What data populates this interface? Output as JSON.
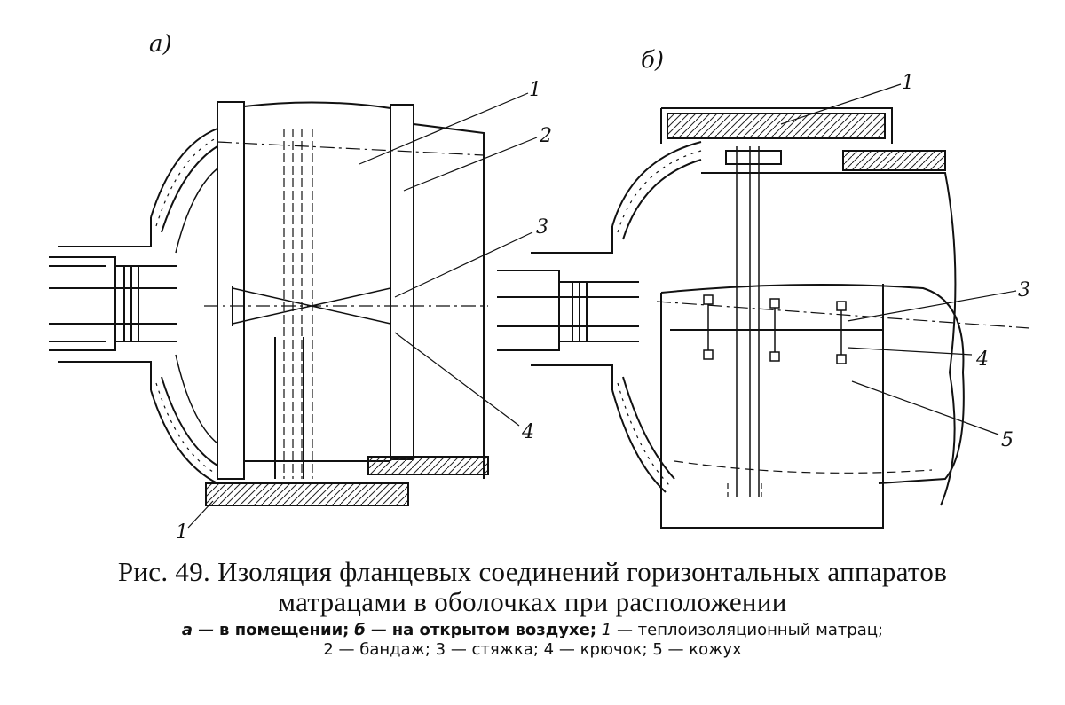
{
  "figure": {
    "part_a_label": "a)",
    "part_b_label": "б)",
    "a_numbers": {
      "n1_top": "1",
      "n2": "2",
      "n3": "3",
      "n4": "4",
      "n1_bottom": "1"
    },
    "b_numbers": {
      "n1": "1",
      "n3": "3",
      "n4": "4",
      "n5": "5"
    }
  },
  "caption": {
    "line1": "Рис. 49. Изоляция фланцевых соединений горизонтальных аппаратов",
    "line2": "матрацами в оболочках при расположении",
    "legend": {
      "a_key": "а —",
      "a_text": "в помещении;",
      "b_key": "б —",
      "b_text": "на открытом воздухе;",
      "k1": "1",
      "t1": "— теплоизоляционный матрац;",
      "k2": "2",
      "t2": "— бандаж;",
      "k3": "3",
      "t3": "— стяжка;",
      "k4": "4",
      "t4": "— крючок;",
      "k5": "5",
      "t5": "— кожух"
    }
  }
}
